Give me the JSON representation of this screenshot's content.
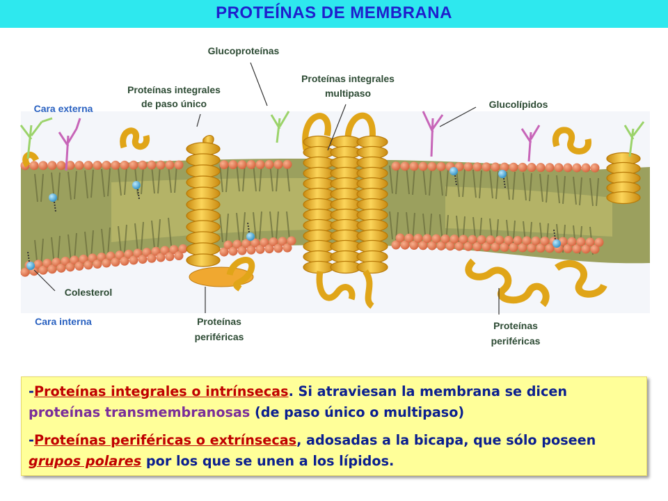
{
  "slide": {
    "title": "PROTEÍNAS DE MEMBRANA"
  },
  "labels": {
    "glucoproteinas": "Glucoproteínas",
    "integrales_paso_unico_1": "Proteínas integrales",
    "integrales_paso_unico_2": "de paso único",
    "integrales_multipaso_1": "Proteínas integrales",
    "integrales_multipaso_2": "multipaso",
    "glucolipidos": "Glucolípidos",
    "cara_externa": "Cara externa",
    "colesterol": "Colesterol",
    "cara_interna": "Cara interna",
    "perifericas_left_1": "Proteínas",
    "perifericas_left_2": "periféricas",
    "perifericas_right_1": "Proteínas",
    "perifericas_right_2": "periféricas"
  },
  "text": {
    "p1_dash": "-",
    "p1_term": "Proteínas integrales o intrínsecas",
    "p1_a": ". Si atraviesan la membrana se dicen ",
    "p1_b": "proteínas transmembranosas",
    "p1_c": " (de paso único o multipaso)",
    "p2_dash": "-",
    "p2_term": "Proteínas periféricas o extrínsecas",
    "p2_a": ", adosadas a la bicapa, que sólo poseen ",
    "p2_b": "grupos polares",
    "p2_c": " por los que se unen a los lípidos."
  },
  "colors": {
    "title_bar": "#2EE8EE",
    "title_text": "#1F1FCC",
    "lipid_head": "#E07A55",
    "lipid_tail_band": "#8A8E55",
    "protein": "#F2B624",
    "textbox_bg": "#FFFF99"
  }
}
